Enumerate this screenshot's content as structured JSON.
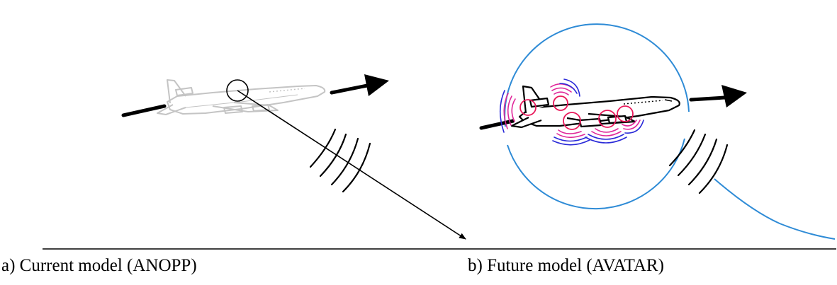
{
  "captions": {
    "current": "a) Current model (ANOPP)",
    "future": "b) Future model (AVATAR)"
  },
  "colors": {
    "ink": "#000000",
    "faded_aircraft": "#c4c4c4",
    "source_arcs_magenta": "#e0279a",
    "source_arcs_blue": "#2a2ad8",
    "source_circles": "#e8185a",
    "propagation_sphere": "#2e8bd6"
  },
  "icons": {
    "aircraft_current": "aircraft-silhouette-faded",
    "aircraft_future": "aircraft-outline-with-noise-sources",
    "flight_direction": "arrow-right"
  }
}
